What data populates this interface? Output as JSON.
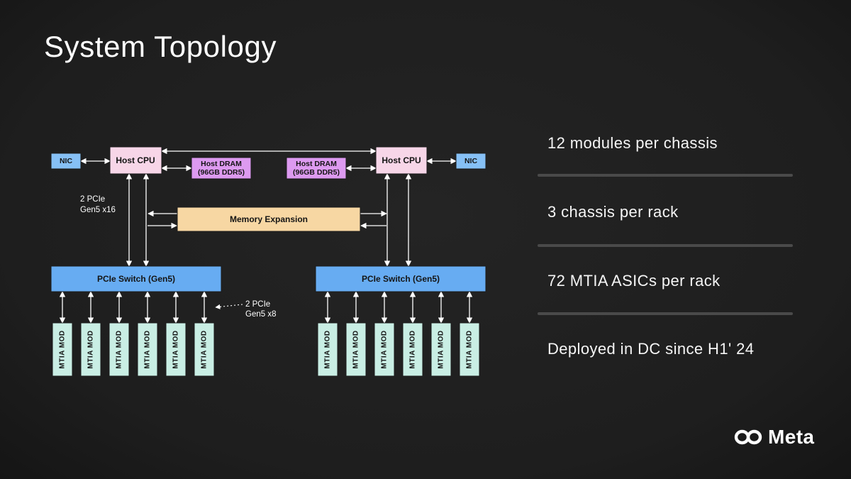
{
  "slide": {
    "title": "System Topology",
    "bullets": [
      "12 modules per chassis",
      "3 chassis per rack",
      "72 MTIA ASICs per rack",
      "Deployed in DC since H1' 24"
    ],
    "brand": "Meta"
  },
  "diagram": {
    "nic": "NIC",
    "host_cpu": "Host CPU",
    "host_dram_line1": "Host DRAM",
    "host_dram_line2": "(96GB DDR5)",
    "memory_expansion": "Memory Expansion",
    "pcie_switch": "PCIe Switch (Gen5)",
    "mtia_mod": "MTIA MOD",
    "label_x16_line1": "2 PCIe",
    "label_x16_line2": "Gen5 x16",
    "label_x8_line1": "2 PCIe",
    "label_x8_line2": "Gen5 x8"
  },
  "colors": {
    "background": "#1e1e1e",
    "nic": "#86c0f5",
    "host_cpu": "#f7d6e8",
    "host_dram": "#dd9af0",
    "memory_expansion": "#f7d7a3",
    "pcie_switch": "#67acf2",
    "mtia_mod": "#c9eee4",
    "arrow": "#ffffff",
    "divider": "#4a4a4a"
  }
}
